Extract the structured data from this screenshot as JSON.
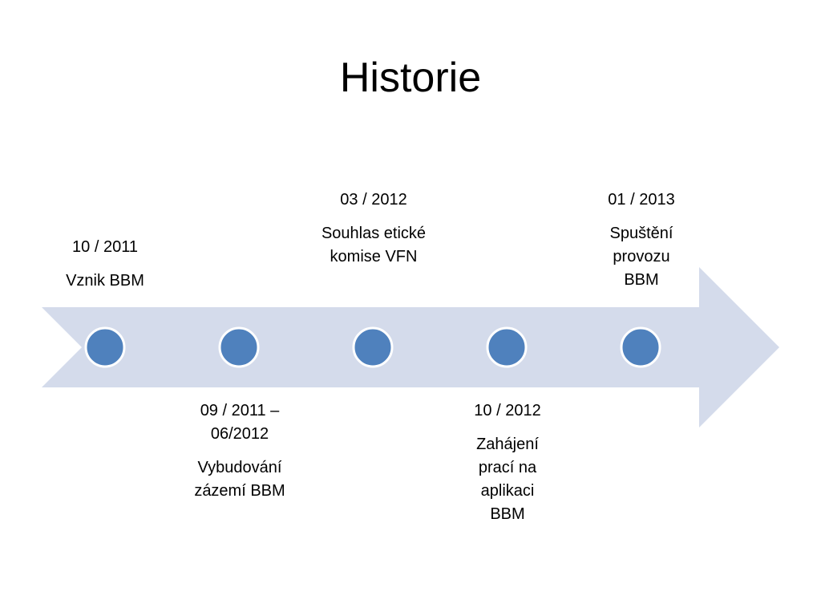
{
  "slide": {
    "title": "Historie"
  },
  "colors": {
    "arrow_fill": "#d4dbeb",
    "marker_fill": "#4f81bd",
    "marker_stroke": "#ffffff"
  },
  "timeline": {
    "events": [
      {
        "date": "10 / 2011",
        "description": "Vznik BBM",
        "side": "top"
      },
      {
        "date": "09 / 2011 – 06/2012",
        "description": "Vybudování zázemí BBM",
        "side": "bottom"
      },
      {
        "date": "03 / 2012",
        "description": "Souhlas etické komise VFN",
        "side": "top"
      },
      {
        "date": "10 / 2012",
        "description": "Zahájení prací na aplikaci BBM",
        "side": "bottom"
      },
      {
        "date": "01 / 2013",
        "description": "Spuštění provozu BBM",
        "side": "top"
      }
    ]
  }
}
